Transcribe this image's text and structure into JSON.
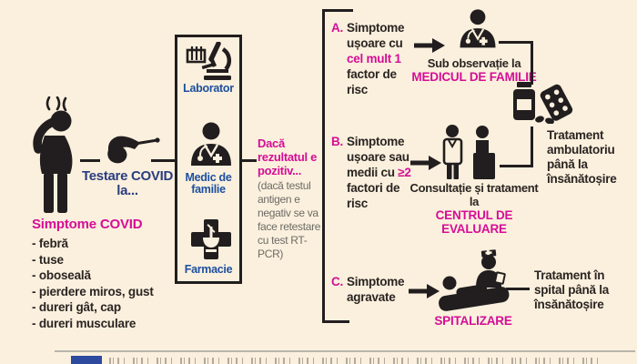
{
  "colors": {
    "bg": "#faf0dd",
    "accent": "#d60d96",
    "navy": "#2b3c80",
    "fblue": "#1d4f9f",
    "dark": "#2b2422",
    "gray": "#6e6a66",
    "icon": "#221e1f",
    "divider": "#b9b4ab",
    "footer_blue": "#2d4a9e"
  },
  "patient": {
    "testing_label": "Testare COVID la...",
    "symptoms_title": "Simptome COVID",
    "symptoms": [
      "- febră",
      "- tuse",
      "- oboseală",
      "- pierdere miros, gust",
      "- dureri gât, cap",
      "- dureri musculare"
    ]
  },
  "facilities": {
    "items": [
      {
        "icon": "lab-icon",
        "label": "Laborator"
      },
      {
        "icon": "family-doctor-icon",
        "label": "Medic de familie"
      },
      {
        "icon": "pharmacy-icon",
        "label": "Farmacie"
      }
    ]
  },
  "condition": {
    "highlight": "Dacă rezultatul e pozitiv...",
    "note": "(dacă testul antigen e negativ se va face retestare cu test RT-PCR)"
  },
  "branches": [
    {
      "id": "A.",
      "segments": [
        {
          "text": "Simptome ușoare cu ",
          "style": "dark"
        },
        {
          "text": "cel mult 1",
          "style": "accent"
        },
        {
          "text": " factor de risc",
          "style": "dark"
        }
      ],
      "outcome_pre": "Sub observație la",
      "outcome_highlight": "MEDICUL DE FAMILIE"
    },
    {
      "id": "B.",
      "segments": [
        {
          "text": "Simptome ușoare sau medii cu ",
          "style": "dark"
        },
        {
          "text": "≥2",
          "style": "accent"
        },
        {
          "text": " factori de risc",
          "style": "dark"
        }
      ],
      "outcome_pre": "Consultație și tratament la",
      "outcome_highlight": "CENTRUL DE EVALUARE"
    },
    {
      "id": "C.",
      "segments": [
        {
          "text": "Simptome agravate",
          "style": "dark"
        }
      ],
      "outcome_pre": "",
      "outcome_highlight": "SPITALIZARE"
    }
  ],
  "results": {
    "ambulatory": "Tratament ambulatoriu până la însănătoșire",
    "hospital": "Tratament în spital până la însănătoșire"
  }
}
